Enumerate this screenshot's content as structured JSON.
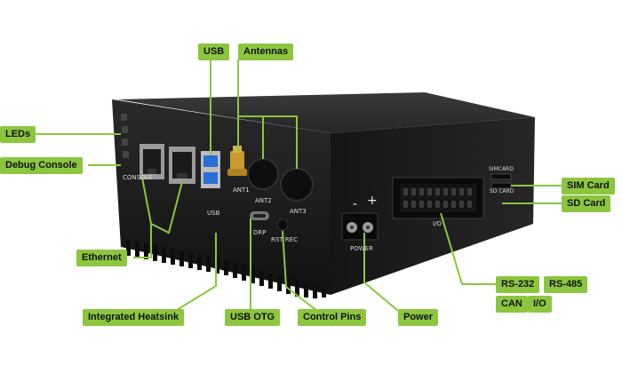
{
  "labels": {
    "usb": "USB",
    "antennas": "Antennas",
    "leds": "LEDs",
    "debug_console": "Debug Console",
    "ethernet": "Ethernet",
    "integrated_heatsink": "Integrated Heatsink",
    "usb_otg": "USB OTG",
    "control_pins": "Control Pins",
    "power": "Power",
    "sim_card": "SIM Card",
    "sd_card": "SD Card",
    "rs232": "RS-232",
    "rs485": "RS-485",
    "can": "CAN",
    "io": "I/O"
  },
  "device_print": {
    "console": "CONSOLE",
    "usb": "USB",
    "ant1": "ANT1",
    "ant2": "ANT2",
    "ant3": "ANT3",
    "drp": "DRP",
    "rst_rec": "RST REC",
    "power": "POWER",
    "minus": "-",
    "plus": "+",
    "simcard": "SIMCARD",
    "sdcard": "SD CARD",
    "io": "I/O"
  },
  "colors": {
    "label_bg": "#8cc63f",
    "leader": "#8cc63f",
    "device_body": "#1c1c1c",
    "usb_blue": "#2a6fd6",
    "gold": "#c99a2e"
  }
}
